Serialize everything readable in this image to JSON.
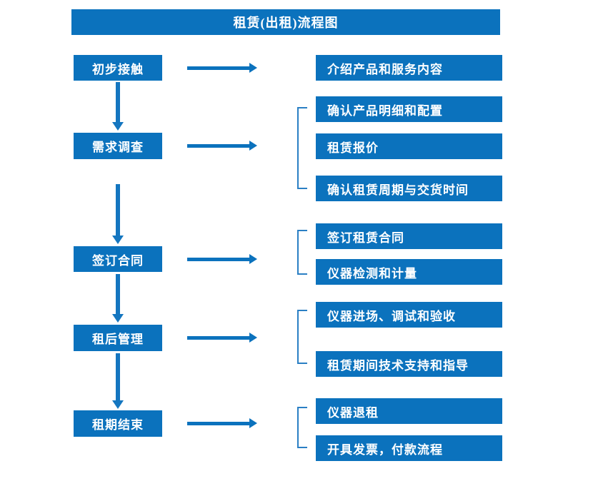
{
  "title": "租赁(出租)流程图",
  "colors": {
    "box_blue": "#0b72bd",
    "arrow_blue": "#1476c0",
    "bracket_blue": "#2a7fc4",
    "text_white": "#ffffff",
    "background": "#ffffff"
  },
  "stages": [
    {
      "label": "初步接触"
    },
    {
      "label": "需求调查"
    },
    {
      "label": "签订合同"
    },
    {
      "label": "租后管理"
    },
    {
      "label": "租期结束"
    }
  ],
  "details": [
    {
      "label": "介绍产品和服务内容"
    },
    {
      "label": "确认产品明细和配置"
    },
    {
      "label": "租赁报价"
    },
    {
      "label": "确认租赁周期与交货时间"
    },
    {
      "label": "签订租赁合同"
    },
    {
      "label": "仪器检测和计量"
    },
    {
      "label": "仪器进场、调试和验收"
    },
    {
      "label": "租赁期间技术支持和指导"
    },
    {
      "label": "仪器退租"
    },
    {
      "label": "开具发票，付款流程"
    }
  ]
}
